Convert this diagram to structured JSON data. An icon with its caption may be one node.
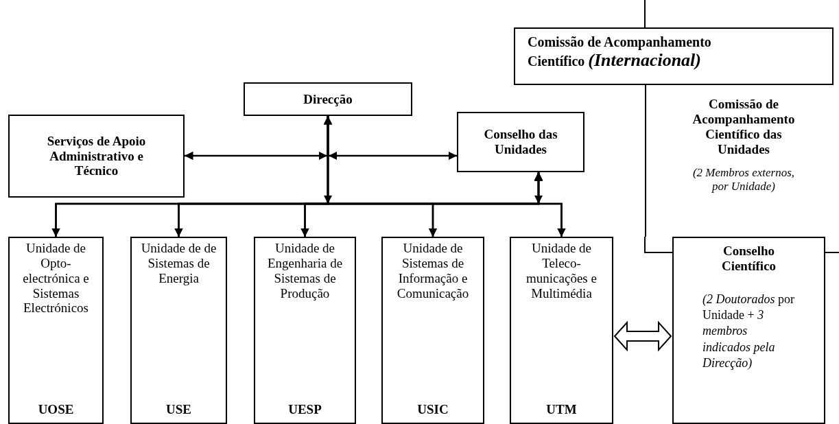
{
  "diagram": {
    "nodes": [
      {
        "text": [
          "Comissão de Acompanhamento Científico *(Internacional)*"
        ]
      },
      {
        "text": [
          "Direcção"
        ]
      },
      {
        "text": [
          "Serviços de Apoio Administrativo e Técnico"
        ]
      },
      {
        "text": [
          "Conselho das Unidades"
        ]
      },
      {
        "text": [
          "Comissão de Acompanhamento Científico das Unidades",
          "(2 Membros externos, por Unidade)"
        ]
      },
      {
        "text": [
          "Conselho Científico",
          "*(2 Doutorados* por Unidade + *3 membros indicados pela Direcção)*"
        ]
      },
      {
        "text": [
          "Unidade de Opto-electrónica e Sistemas Electrónicos",
          "UOSE"
        ]
      },
      {
        "text": [
          "Unidade de de Sistemas de Energia",
          "USE"
        ]
      },
      {
        "text": [
          "Unidade de Engenharia de Sistemas de Produção",
          "UESP"
        ]
      },
      {
        "text": [
          "Unidade de Sistemas de Informação e Comunicação",
          "USIC"
        ]
      },
      {
        "text": [
          "Unidade de Teleco-municações e Multimédia",
          "UTM"
        ]
      }
    ],
    "edges": [
      {
        "from": 2,
        "to": 1,
        "arrow": "both"
      },
      {
        "from": 1,
        "to": 3,
        "arrow": "both"
      },
      {
        "from": 1,
        "to": 6,
        "arrow": "to"
      },
      {
        "from": 1,
        "to": 7,
        "arrow": "to"
      },
      {
        "from": 1,
        "to": 8,
        "arrow": "to"
      },
      {
        "from": 1,
        "to": 9,
        "arrow": "to"
      },
      {
        "from": 1,
        "to": 10,
        "arrow": "to"
      },
      {
        "from": 3,
        "to": 6,
        "arrow": "both"
      },
      {
        "from": 3,
        "to": 7,
        "arrow": "both"
      },
      {
        "from": 3,
        "to": 8,
        "arrow": "both"
      },
      {
        "from": 3,
        "to": 9,
        "arrow": "both"
      },
      {
        "from": 3,
        "to": 10,
        "arrow": "both"
      },
      {
        "from": 10,
        "to": 5,
        "arrow": "both",
        "style": "thick"
      }
    ]
  }
}
